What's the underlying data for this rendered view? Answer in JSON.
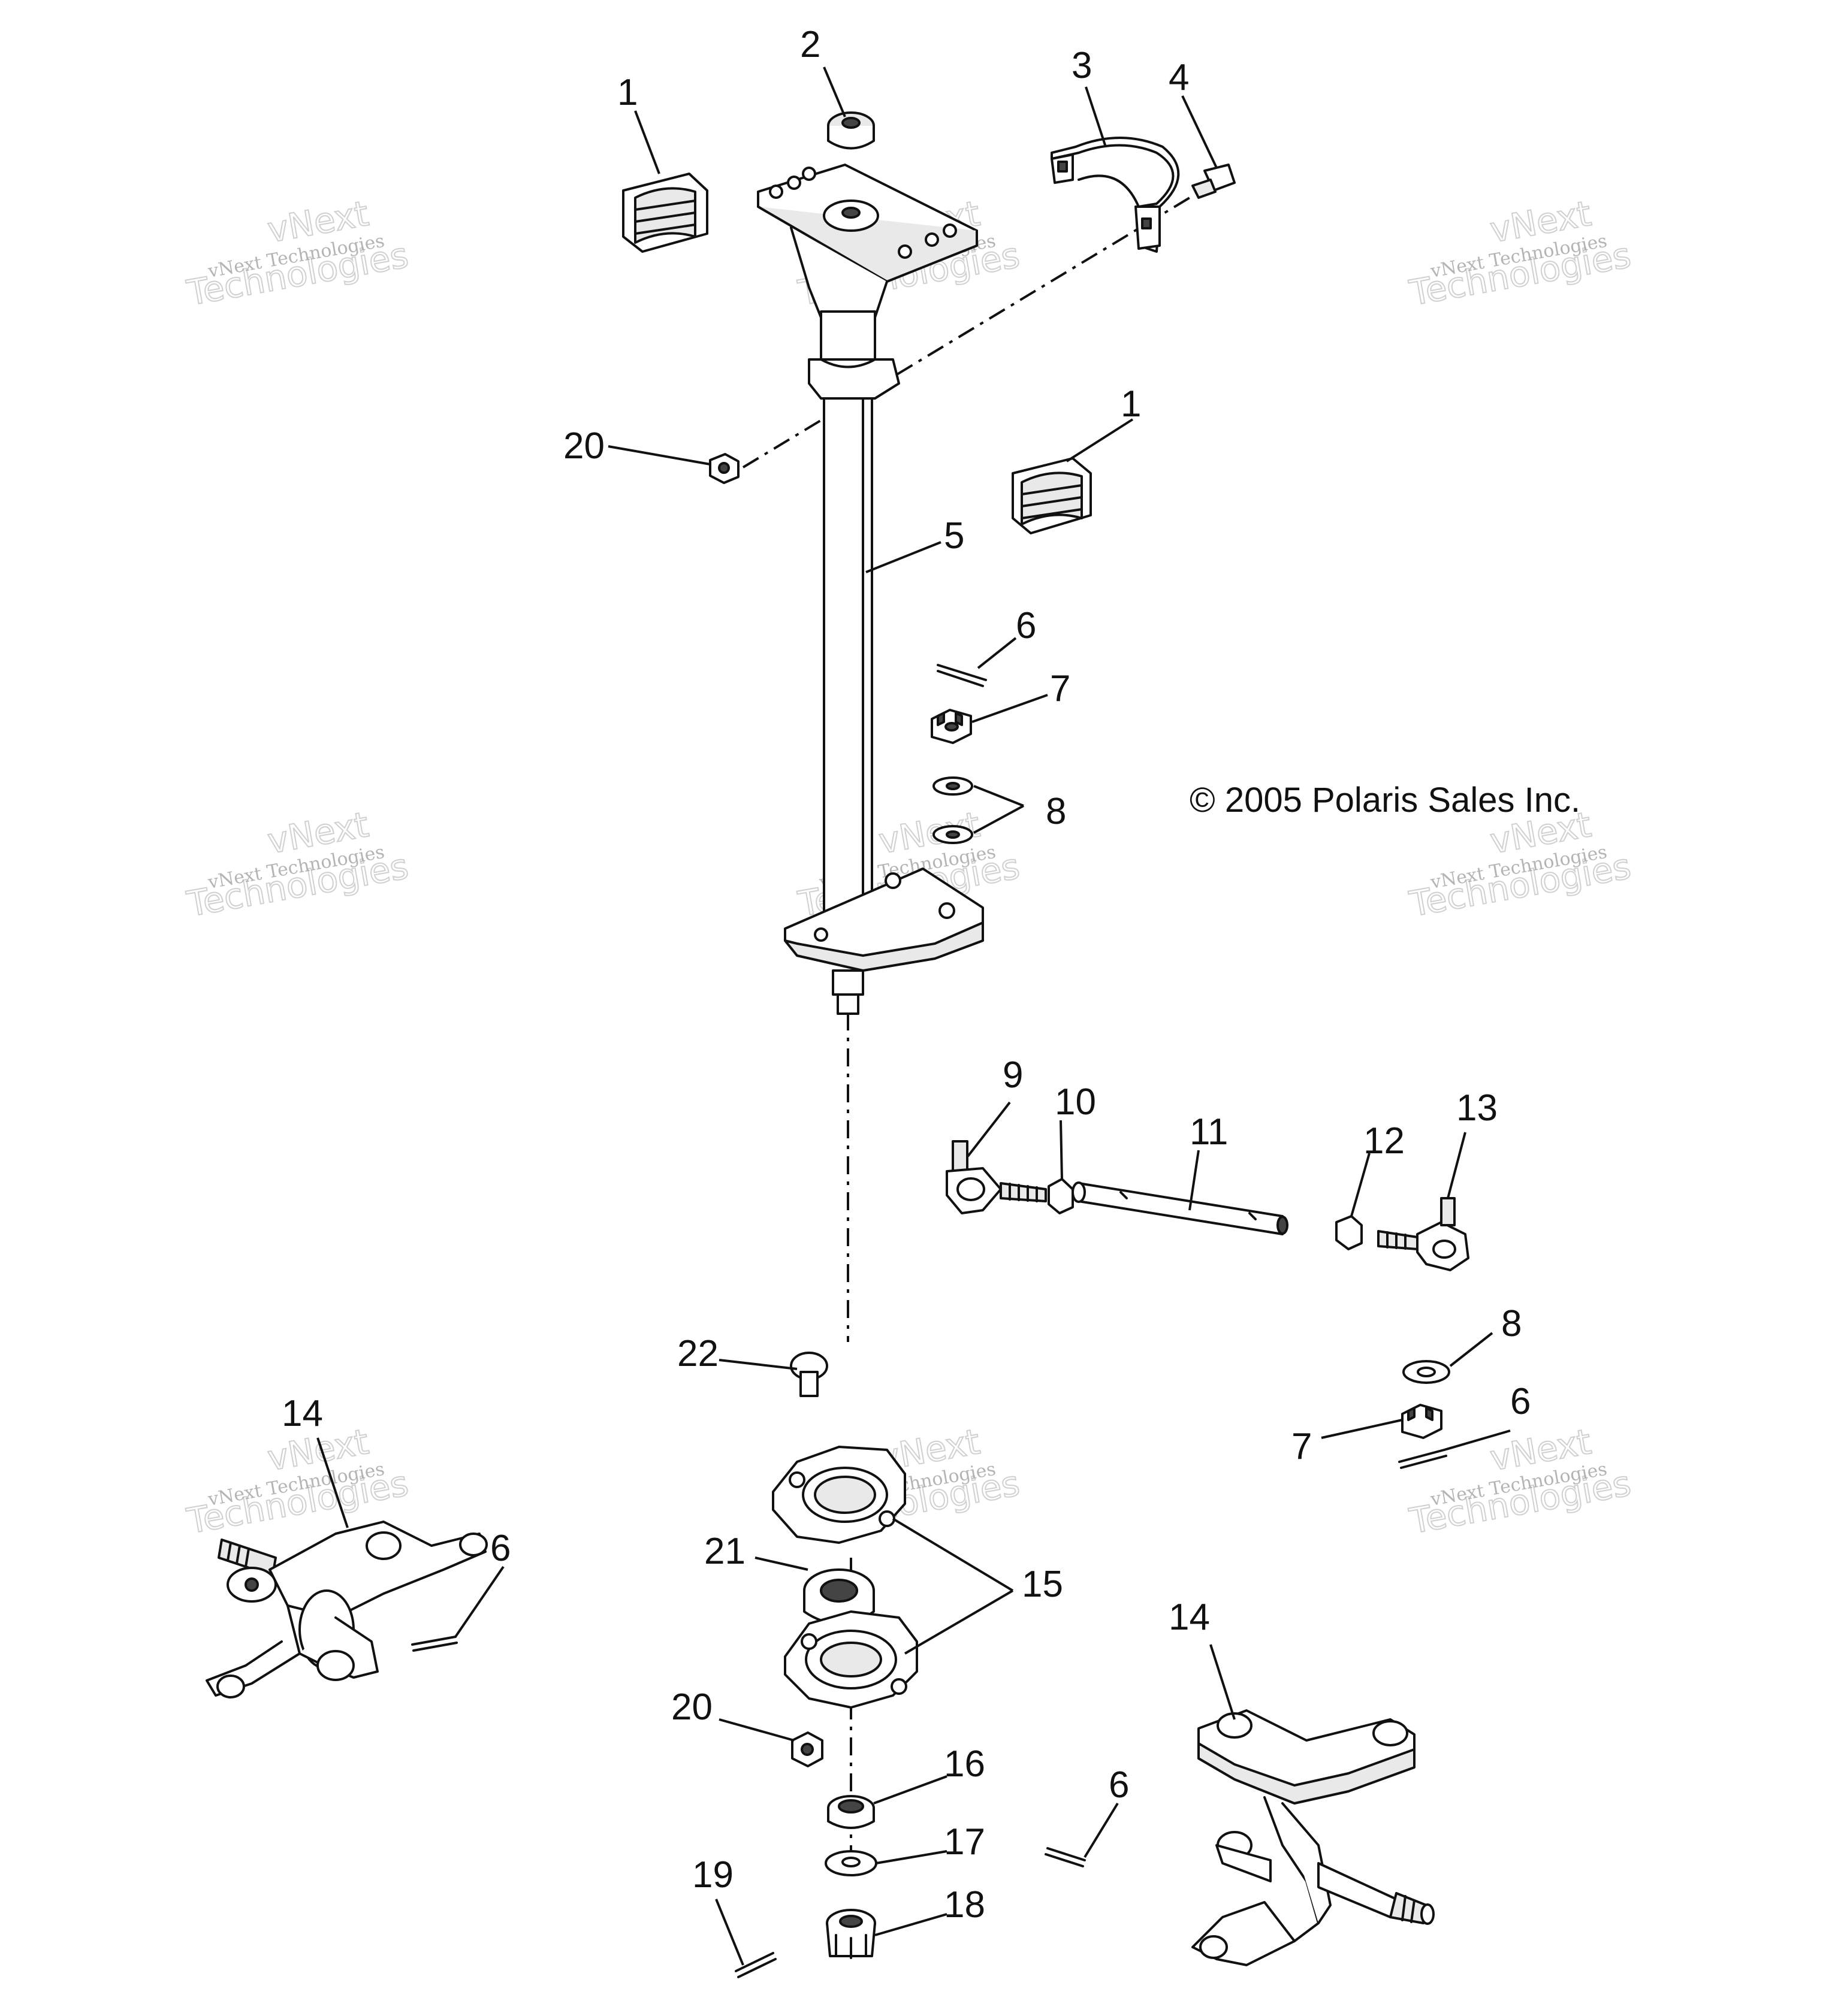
{
  "copyright": "© 2005 Polaris Sales Inc.",
  "watermark": {
    "line1": "vNext Technologies",
    "line2": "vNext",
    "line3": "Technologies"
  },
  "callouts": [
    "1",
    "2",
    "3",
    "4",
    "20",
    "1",
    "5",
    "6",
    "7",
    "8",
    "9",
    "10",
    "11",
    "12",
    "13",
    "8",
    "7",
    "6",
    "22",
    "14",
    "6",
    "21",
    "15",
    "20",
    "14",
    "16",
    "6",
    "17",
    "19",
    "18"
  ]
}
